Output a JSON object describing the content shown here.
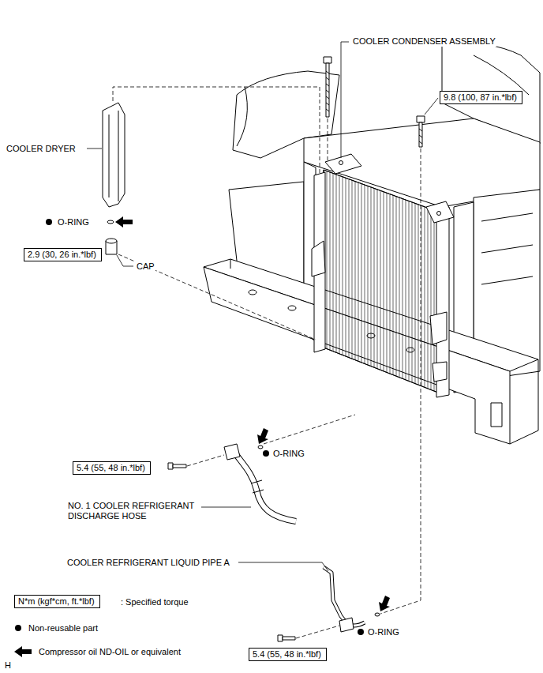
{
  "diagram": {
    "nodes": [
      {
        "text": [
          "9.8 (100, 87 in.*lbf)"
        ]
      },
      {
        "text": [
          "2.9 (30, 26 in.*lbf)"
        ]
      },
      {
        "text": [
          "5.4 (55, 48 in.*lbf)"
        ]
      },
      {
        "text": [
          "N*m (kgf*cm, ft.*lbf)"
        ]
      },
      {
        "text": [
          "5.4 (55, 48 in.*lbf)"
        ]
      }
    ],
    "labels": [
      "COOLER CONDENSER ASSEMBLY",
      "COOLER DRYER",
      "O-RING",
      "CAP",
      "O-RING",
      "NO. 1 COOLER REFRIGERANT DISCHARGE HOSE",
      "COOLER REFRIGERANT LIQUID PIPE A",
      "O-RING",
      "H"
    ],
    "legend": [
      {
        "text": ": Specified torque"
      },
      {
        "text": "Non-reusable part"
      },
      {
        "text": "Compressor oil ND-OIL or equivalent"
      }
    ]
  }
}
